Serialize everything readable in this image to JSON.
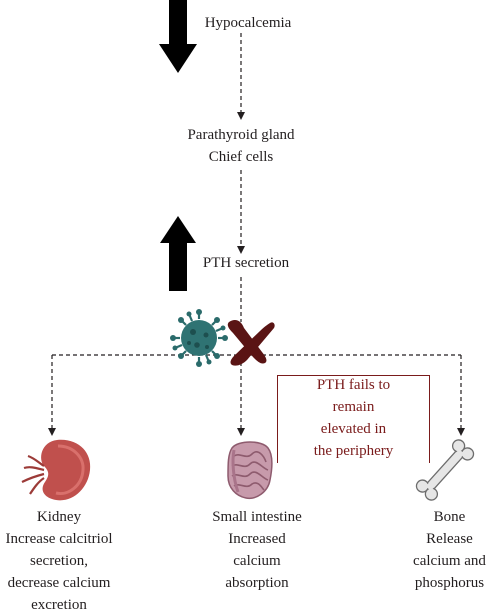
{
  "nodes": {
    "hypocalcemia": "Hypocalcemia",
    "parathyroid": [
      "Parathyroid gland",
      "Chief cells"
    ],
    "pth_secretion": "PTH secretion",
    "warning": [
      "PTH fails to",
      "remain",
      "elevated in",
      "the periphery"
    ],
    "kidney": [
      "Kidney",
      "Increase calcitriol",
      "secretion,",
      "decrease calcium",
      "excretion"
    ],
    "intestine": [
      "Small intestine",
      "Increased",
      "calcium",
      "absorption"
    ],
    "bone": [
      "Bone",
      "Release",
      "calcium and",
      "phosphorus"
    ]
  },
  "indicators": {
    "hypocalcemia": "down",
    "pth_secretion": "up"
  },
  "colors": {
    "arrow": "#000000",
    "virus": "#2a6b6b",
    "cross": "#5a1414",
    "warning": "#7a1b1b",
    "kidney": "#c0504d",
    "intestine": "#b98a9b",
    "bone": "#d9d9d9"
  },
  "icons": [
    "virus-icon",
    "cross-mark-icon",
    "kidney-icon",
    "intestine-icon",
    "bone-icon"
  ]
}
